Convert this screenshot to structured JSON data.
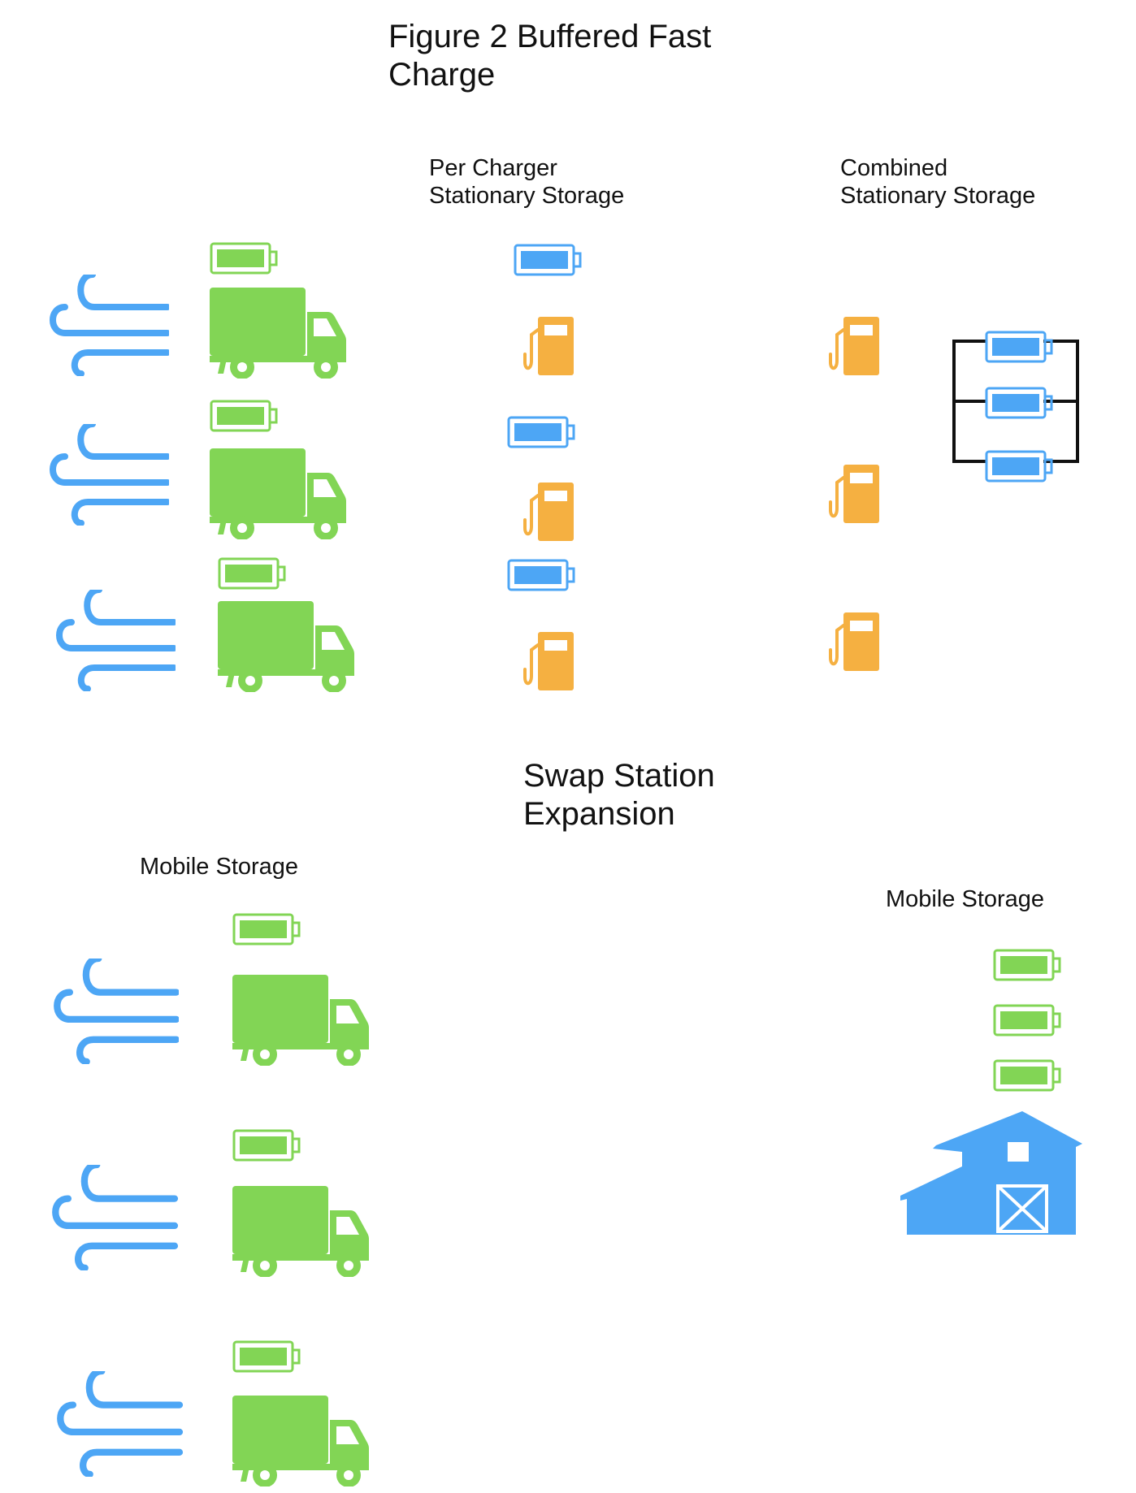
{
  "title": {
    "line1": "Figure 2 Buffered Fast",
    "line2": "Charge"
  },
  "per_charger": {
    "line1": "Per Charger",
    "line2": "Stationary Storage"
  },
  "combined": {
    "line1": "Combined",
    "line2": "Stationary Storage"
  },
  "swap": {
    "line1": "Swap Station",
    "line2": "Expansion"
  },
  "mobile_left": "Mobile Storage",
  "mobile_right": "Mobile Storage",
  "colors": {
    "wind": "#4da6f5",
    "truck": "#82d555",
    "truck_battery": "#82d555",
    "stationary_battery": "#4da6f5",
    "charger": "#f5b041",
    "barn": "#4da6f5",
    "wiring": "#111111"
  },
  "icons": [
    "wind-icon",
    "truck-icon",
    "battery-icon",
    "fuel-charger-icon",
    "barn-icon"
  ]
}
